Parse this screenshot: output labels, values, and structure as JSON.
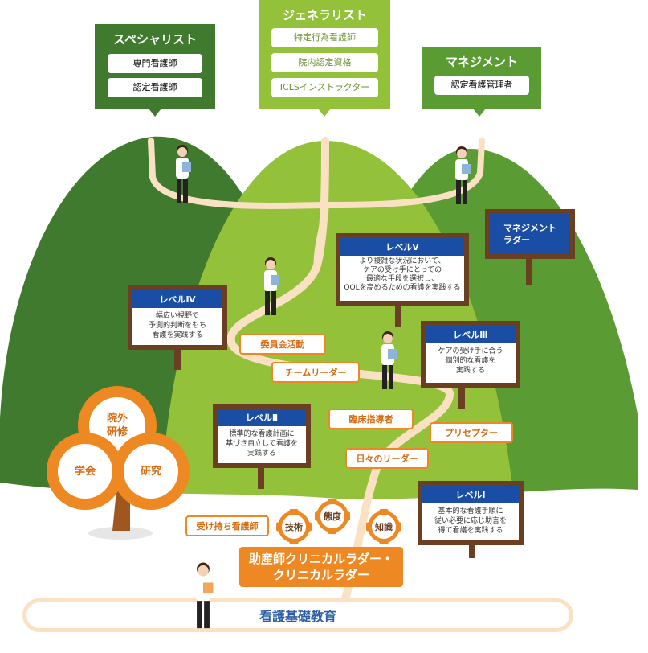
{
  "top_categories": {
    "specialist": {
      "title": "スペシャリスト",
      "items": [
        "専門看護師",
        "認定看護師"
      ],
      "color": "#3f7a2e"
    },
    "generalist": {
      "title": "ジェネラリスト",
      "items": [
        "特定行為看護師",
        "院内認定資格",
        "ICLSインストラクター"
      ],
      "color": "#93c13a"
    },
    "management": {
      "title": "マネジメント",
      "items": [
        "認定看護管理者"
      ],
      "color": "#5a9b34"
    }
  },
  "signs": {
    "management_ladder": {
      "title": "マネジメント\nラダー"
    },
    "level5": {
      "title": "レベルV",
      "body": "より複雑な状況において、\nケアの受け手にとっての\n最適な手段を選択し、\nQOLを高めるための看護を実践する"
    },
    "level4": {
      "title": "レベルⅣ",
      "body": "幅広い視野で\n予測的判断をもち\n看護を実践する"
    },
    "level3": {
      "title": "レベルⅢ",
      "body": "ケアの受け手に合う\n個別的な看護を\n実践する"
    },
    "level2": {
      "title": "レベルⅡ",
      "body": "標準的な看護計画に\n基づき自立して看護を\n実践する"
    },
    "level1": {
      "title": "レベルⅠ",
      "body": "基本的な看護手順に\n従い必要に応じ助言を\n得て看護を実践する"
    }
  },
  "role_tags": {
    "committee": "委員会活動",
    "team_leader": "チームリーダー",
    "clinical_instructor": "臨床指導者",
    "preceptor": "プリセプター",
    "daily_leader": "日々のリーダー",
    "primary_nurse": "受け持ち看護師"
  },
  "tree": {
    "top": "院外\n研修",
    "left": "学会",
    "right": "研究"
  },
  "flowers": {
    "skill": "技術",
    "attitude": "態度",
    "knowledge": "知識"
  },
  "ladder_box": {
    "text": "助産師クリニカルラダー・\nクリニカルラダー"
  },
  "foundation": {
    "text": "看護基礎教育"
  },
  "colors": {
    "dark_green": "#3f7a2e",
    "light_green": "#93c13a",
    "mid_green": "#5a9b34",
    "orange": "#ee8822",
    "navy": "#1a4ea5",
    "brown": "#6b3f22",
    "path": "#fbe1c4"
  }
}
